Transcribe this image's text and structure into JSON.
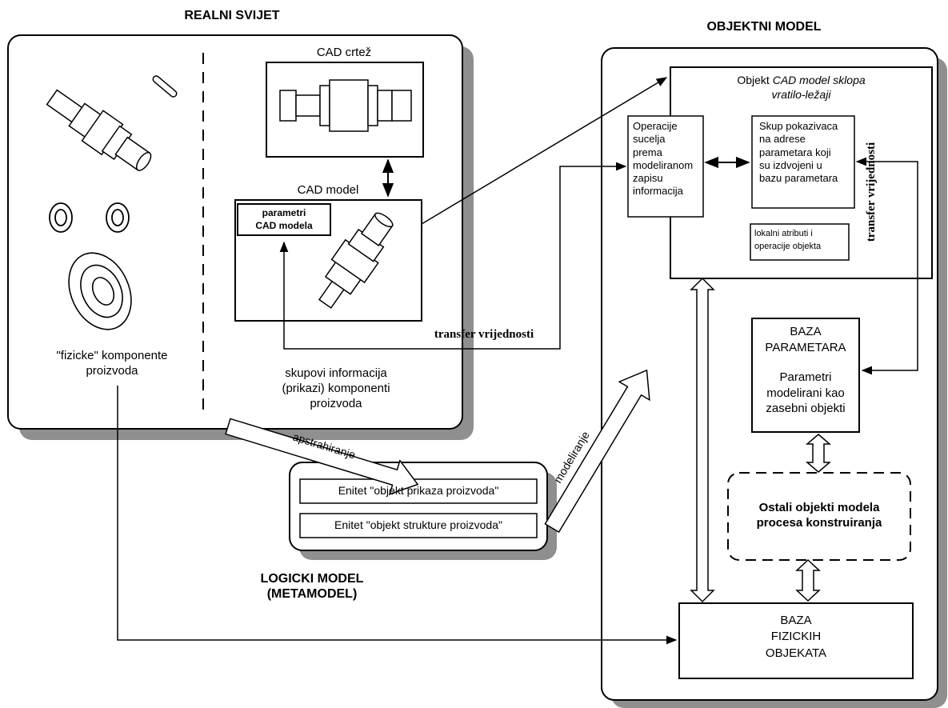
{
  "sections": {
    "real_world": "REALNI SVIJET",
    "object_model": "OBJEKTNI MODEL",
    "logical_model_line1": "LOGICKI MODEL",
    "logical_model_line2": "(METAMODEL)"
  },
  "real_world": {
    "physical_components_line1": "\"fizicke\" komponente",
    "physical_components_line2": "proizvoda",
    "cad_drawing_title": "CAD crtež",
    "cad_model_title": "CAD model",
    "cad_params_line1": "parametri",
    "cad_params_line2": "CAD modela",
    "info_sets_line1": "skupovi informacija",
    "info_sets_line2": "(prikazi) komponenti",
    "info_sets_line3": "proizvoda"
  },
  "arrows": {
    "transfer_values": "transfer vrijednosti",
    "transfer_values_vertical": "transfer vrijednosti",
    "abstraction": "apstrahiranje",
    "modeling": "modeliranje"
  },
  "logical_model": {
    "entity_display": "Enitet \"objekt prikaza proizvoda\"",
    "entity_structure": "Enitet \"objekt strukture proizvoda\""
  },
  "object_model": {
    "cad_object_title_prefix": "Objekt ",
    "cad_object_title_italic": "CAD model sklopa",
    "cad_object_title_line2": "vratilo-ležaji",
    "interface_ops": [
      "Operacije",
      "sucelja",
      "prema",
      "modeliranom",
      "zapisu",
      "informacija"
    ],
    "pointer_set": [
      "Skup pokazivaca",
      "na adrese",
      "parametara koji",
      "su izdvojeni u",
      "bazu parametara"
    ],
    "local_attrs": [
      "lokalni atributi i",
      "operacije objekta"
    ],
    "param_db": [
      "BAZA",
      "PARAMETARA",
      "",
      "Parametri",
      "modelirani kao",
      "zasebni objekti"
    ],
    "other_objects_line1": "Ostali objekti modela",
    "other_objects_line2": "procesa konstruiranja",
    "physical_db": [
      "BAZA",
      "FIZICKIH",
      "OBJEKATA"
    ]
  }
}
